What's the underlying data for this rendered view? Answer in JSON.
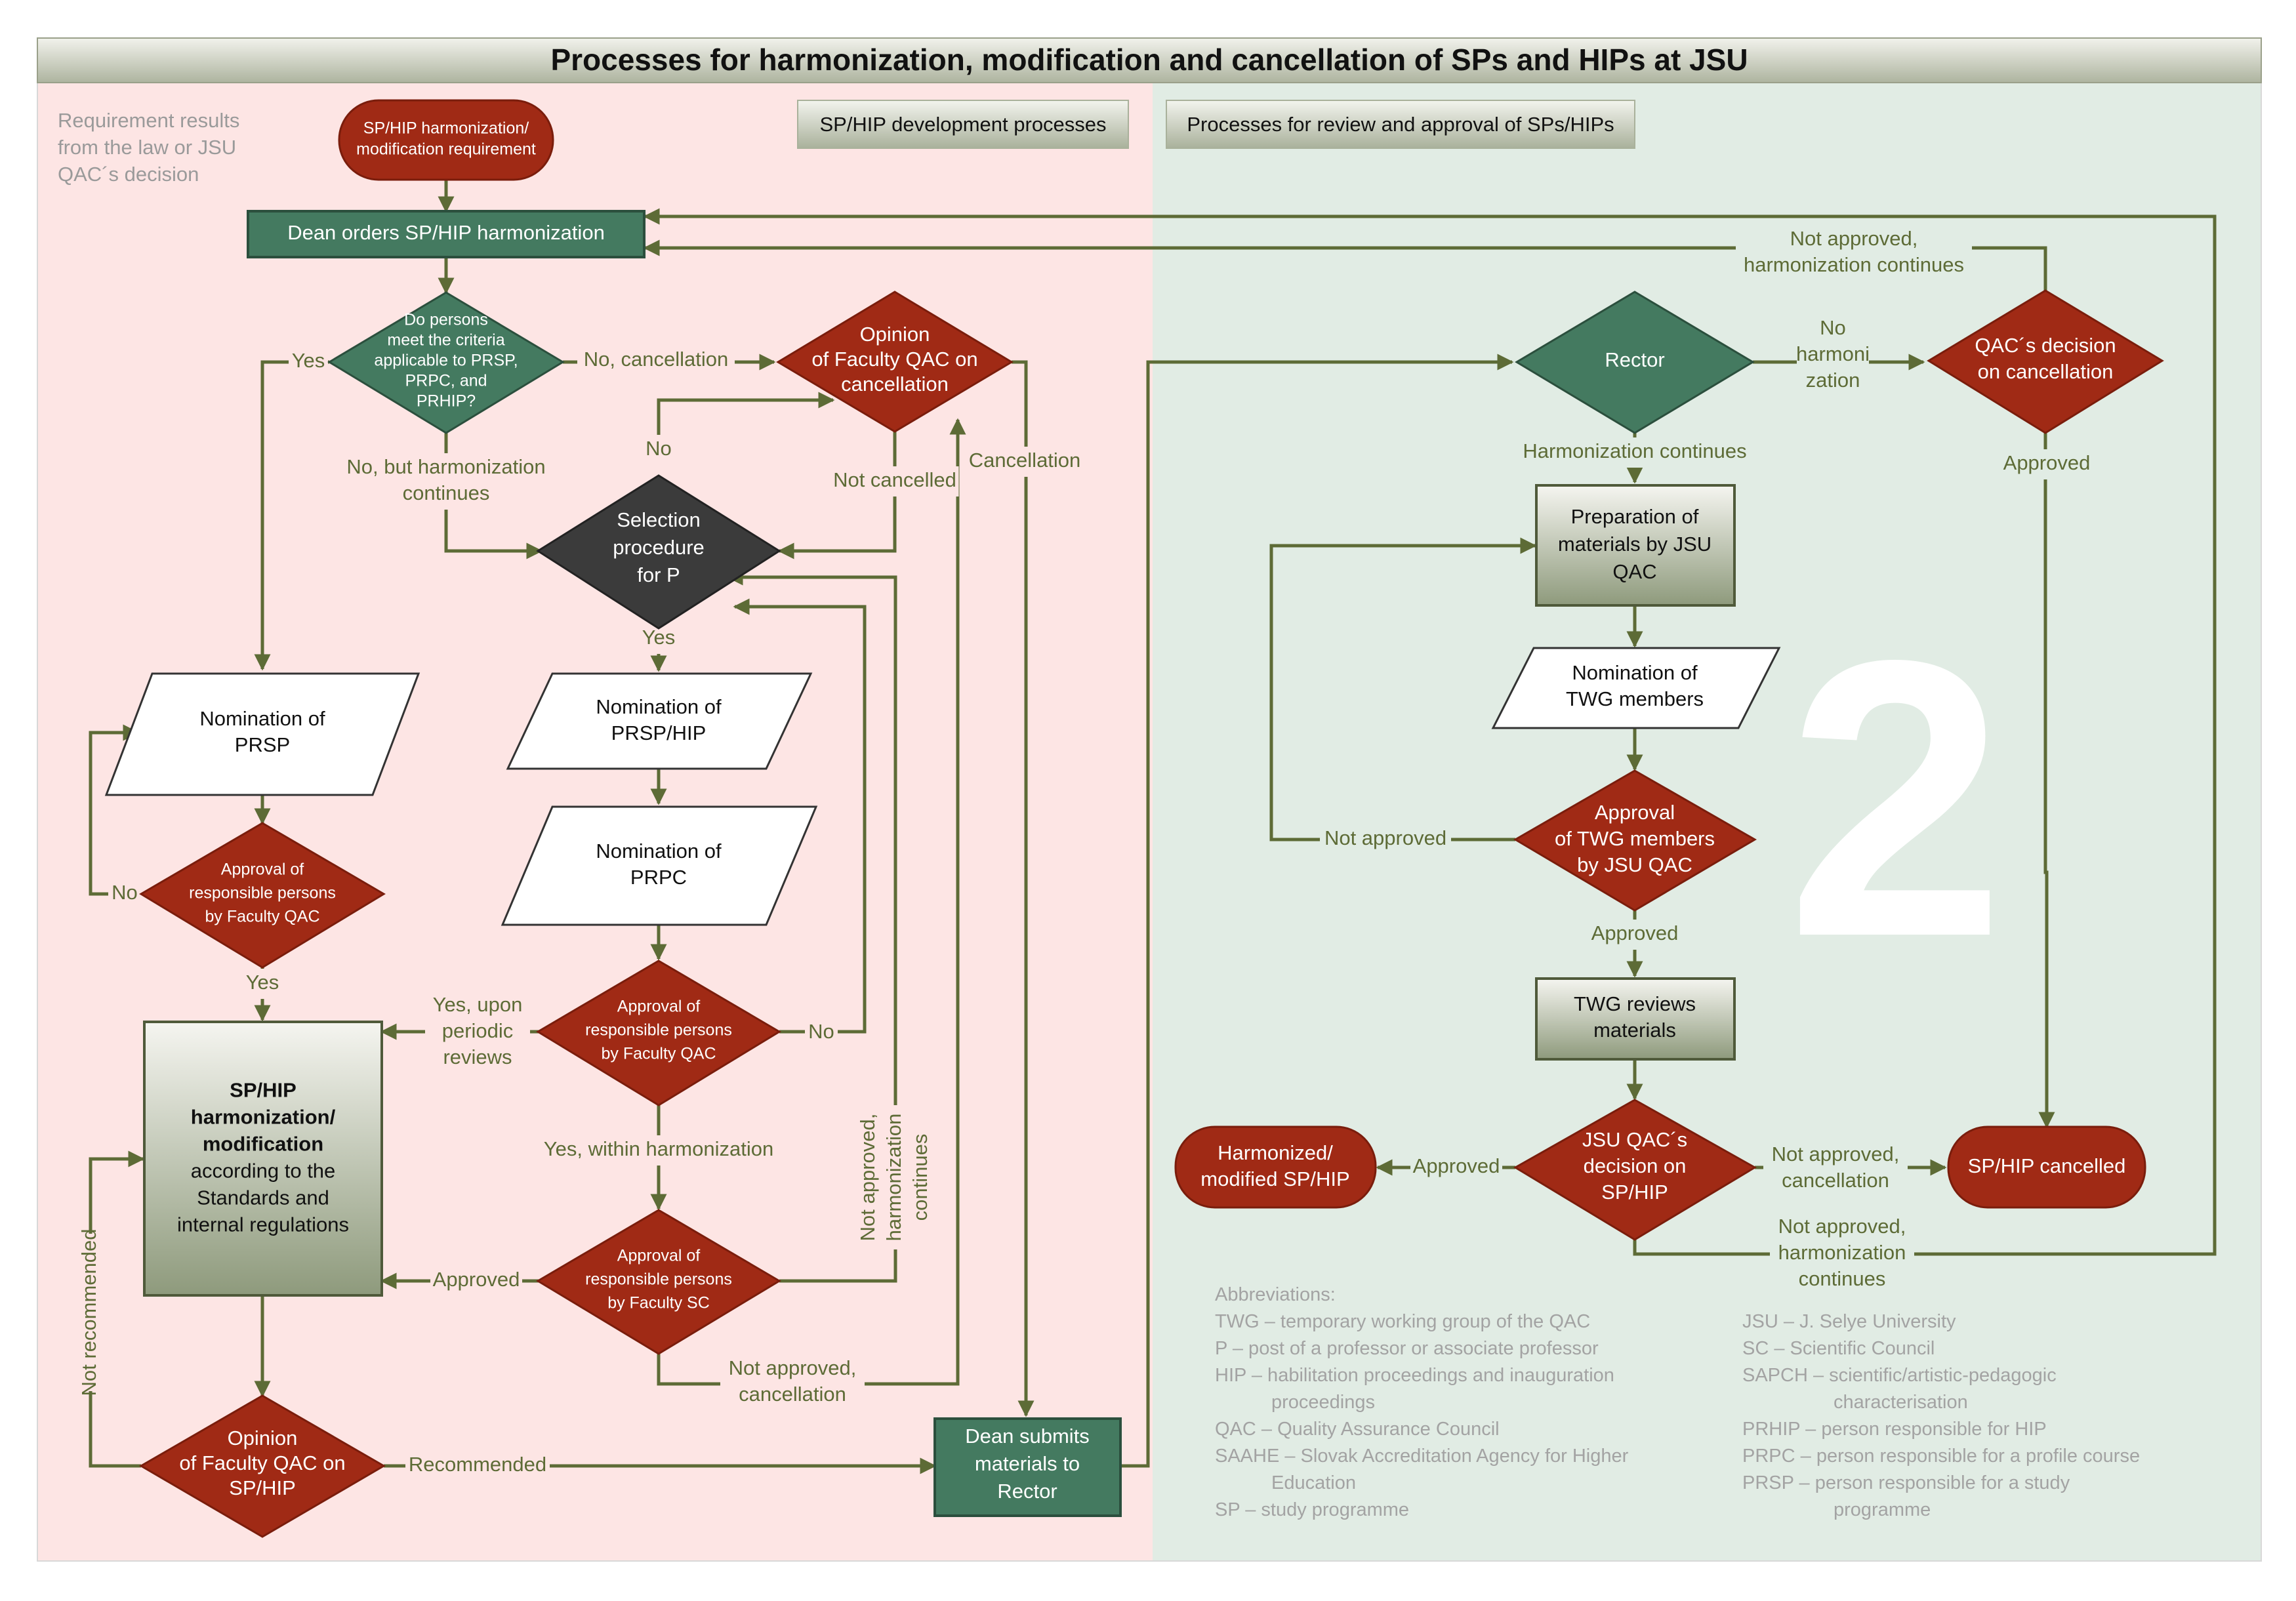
{
  "title": "Processes for harmonization, modification and cancellation of SPs and HIPs at JSU",
  "note_requirement": [
    "Requirement results",
    "from the law or JSU",
    "QAC´s decision"
  ],
  "tags": {
    "development": "SP/HIP development processes",
    "review": "Processes for review and approval of SPs/HIPs"
  },
  "big_number": "2",
  "colors": {
    "left_area": "#fde5e4",
    "right_area": "#e1ece4",
    "green_node": "#447a60",
    "red_node": "#a02a15",
    "dark_node": "#3b3b3b",
    "edge": "#5d6b36"
  },
  "nodes": {
    "start": [
      "SP/HIP harmonization/",
      "modification requirement"
    ],
    "dean_orders": [
      "Dean orders SP/HIP harmonization"
    ],
    "criteria": [
      "Do persons",
      "meet the criteria",
      "applicable to PRSP,",
      "PRPC, and",
      "PRHIP?"
    ],
    "opinion_cancel": [
      "Opinion",
      "of Faculty QAC on",
      "cancellation"
    ],
    "selection": [
      "Selection",
      "procedure",
      "for P"
    ],
    "nom_prsp": [
      "Nomination of",
      "PRSP"
    ],
    "nom_prsp_hip": [
      "Nomination of",
      "PRSP/HIP"
    ],
    "nom_prpc": [
      "Nomination of",
      "PRPC"
    ],
    "appr_qac_left": [
      "Approval of",
      "responsible persons",
      "by Faculty QAC"
    ],
    "appr_qac_mid": [
      "Approval of",
      "responsible persons",
      "by Faculty QAC"
    ],
    "appr_sc": [
      "Approval of",
      "responsible persons",
      "by Faculty SC"
    ],
    "harmonization": {
      "bold": [
        "SP/HIP",
        "harmonization/",
        "modification"
      ],
      "normal": [
        "according to the",
        "Standards and",
        "internal regulations"
      ]
    },
    "opinion_sp": [
      "Opinion",
      "of Faculty QAC on",
      "SP/HIP"
    ],
    "dean_submits": [
      "Dean submits",
      "materials to",
      "Rector"
    ],
    "rector": [
      "Rector"
    ],
    "qac_cancel": [
      "QAC´s decision",
      "on cancellation"
    ],
    "preparation": [
      "Preparation of",
      "materials by JSU",
      "QAC"
    ],
    "nom_twg": [
      "Nomination of",
      "TWG members"
    ],
    "appr_twg": [
      "Approval",
      "of TWG members",
      "by JSU QAC"
    ],
    "twg_reviews": [
      "TWG reviews",
      "materials"
    ],
    "jsu_decision": [
      "JSU QAC´s",
      "decision on",
      "SP/HIP"
    ],
    "harmonized": [
      "Harmonized/",
      "modified SP/HIP"
    ],
    "cancelled": [
      "SP/HIP cancelled"
    ]
  },
  "edge_labels": {
    "yes_left": "Yes",
    "no_cancellation": "No, cancellation",
    "no_but_harm": [
      "No, but harmonization",
      "continues"
    ],
    "no_top": "No",
    "not_cancelled": "Not cancelled",
    "cancellation": "Cancellation",
    "yes_selection": "Yes",
    "no_left_loop": "No",
    "yes_left_approval": "Yes",
    "yes_periodic": [
      "Yes, upon",
      "periodic",
      "reviews"
    ],
    "no_mid": "No",
    "yes_within": "Yes, within harmonization",
    "not_appr_harm_vertical": [
      "Not approved,",
      "harmonization",
      "continues"
    ],
    "approved_sc": "Approved",
    "not_appr_cancel": [
      "Not approved,",
      "cancellation"
    ],
    "not_recommended": "Not recommended",
    "recommended": "Recommended",
    "not_appr_top": [
      "Not approved,",
      "harmonization continues"
    ],
    "no_harmonization": [
      "No",
      "harmoni",
      "zation"
    ],
    "harm_continues": "Harmonization continues",
    "approved_qac": "Approved",
    "not_approved_twg": "Not approved",
    "approved_twg": "Approved",
    "approved_final": "Approved",
    "not_appr_cancel_right": [
      "Not approved,",
      "cancellation"
    ],
    "not_appr_harm_bottom": [
      "Not approved,",
      "harmonization",
      "continues"
    ]
  },
  "abbreviations": {
    "heading": "Abbreviations:",
    "left": [
      [
        "TWG – temporary working group of the QAC"
      ],
      [
        "P – post of a professor or associate professor"
      ],
      [
        "HIP – habilitation proceedings and inauguration",
        "proceedings"
      ],
      [
        "QAC – Quality Assurance Council"
      ],
      [
        "SAAHE – Slovak Accreditation Agency for Higher",
        "Education"
      ],
      [
        "SP – study programme"
      ]
    ],
    "right": [
      [
        "JSU – J. Selye University"
      ],
      [
        "SC – Scientific Council"
      ],
      [
        "SAPCH – scientific/artistic-pedagogic",
        "characterisation"
      ],
      [
        "PRHIP – person responsible for HIP"
      ],
      [
        "PRPC – person responsible for a profile course"
      ],
      [
        "PRSP – person responsible for a study",
        "programme"
      ]
    ]
  }
}
